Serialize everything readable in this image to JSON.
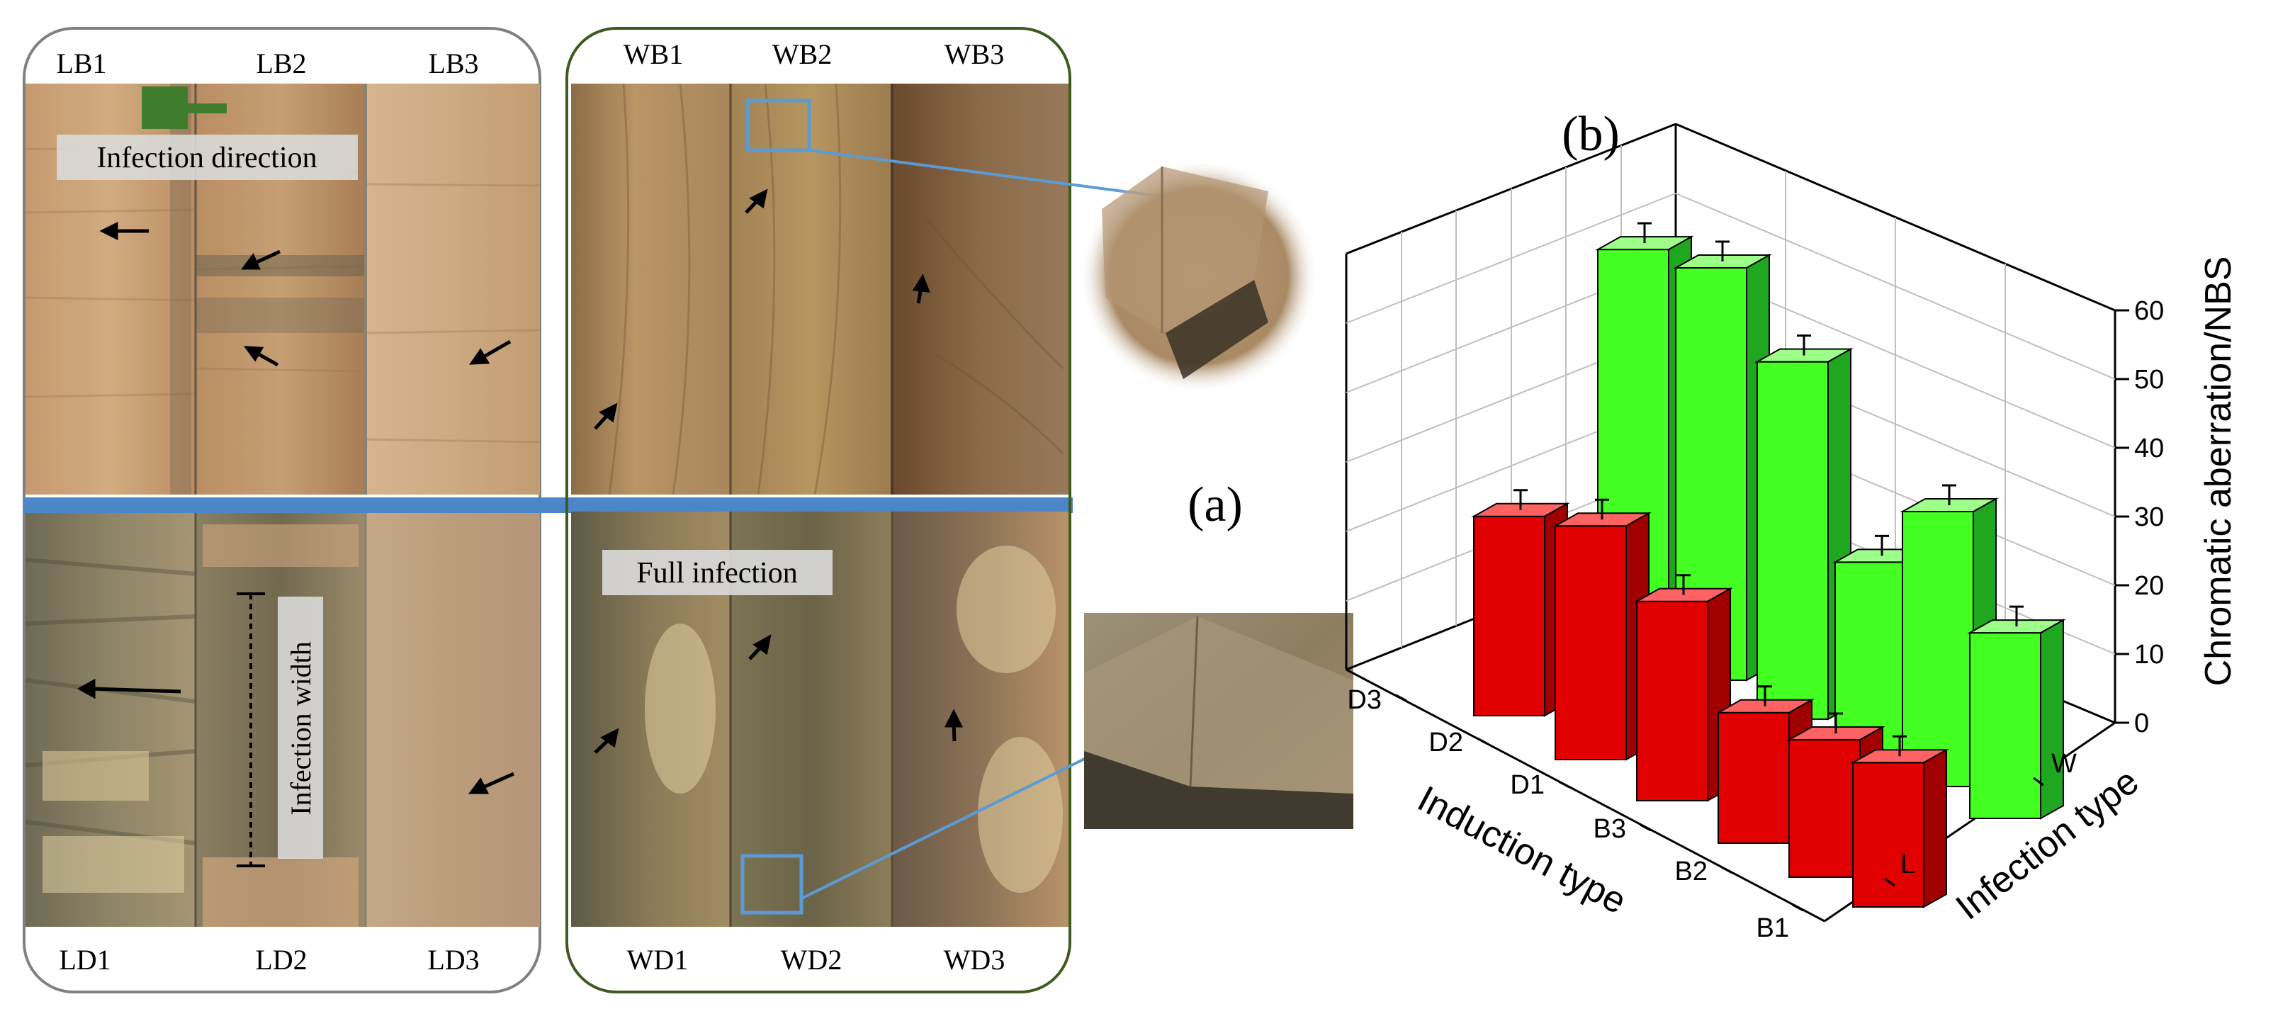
{
  "panel_a": {
    "label": "(a)",
    "left_top_labels": [
      "LB1",
      "LB2",
      "LB3"
    ],
    "left_bottom_labels": [
      "LD1",
      "LD2",
      "LD3"
    ],
    "right_top_labels": [
      "WB1",
      "WB2",
      "WB3"
    ],
    "right_bottom_labels": [
      "WD1",
      "WD2",
      "WD3"
    ],
    "infection_direction_label": "Infection direction",
    "infection_width_label": "Infection width",
    "full_infection_label": "Full infection",
    "colors": {
      "wood_light": "#c9a27a",
      "wood_dark": "#7b6a4c",
      "divider_bar": "#4a86c8",
      "callout_box": "#5b9bd5",
      "direction_arrow": "#3e7d2c",
      "left_frame": "#808080",
      "right_frame": "#3d5a1f"
    }
  },
  "panel_b": {
    "label": "(b)",
    "z_axis_title": "Chromatic aberration/NBS",
    "x_axis_title": "Induction type",
    "y_axis_title": "Infection type",
    "z_ticks": [
      "0",
      "10",
      "20",
      "30",
      "40",
      "50",
      "60"
    ],
    "x_ticks": [
      "D3",
      "D2",
      "D1",
      "B3",
      "B2",
      "B1"
    ],
    "y_ticks": [
      "W",
      "L"
    ],
    "colors": {
      "L_front": "#e00000",
      "L_side": "#a00000",
      "L_top": "#ff6262",
      "W_front": "#44ff22",
      "W_side": "#1fa81f",
      "W_top": "#9dff8a"
    }
  },
  "chart_data": {
    "type": "bar",
    "chart_style": "3d-bar",
    "categories": [
      "B1",
      "B2",
      "B3",
      "D1",
      "D2",
      "D3"
    ],
    "series": [
      {
        "name": "L",
        "values": [
          21,
          20,
          19,
          29,
          34,
          29
        ]
      },
      {
        "name": "W",
        "values": [
          27,
          40,
          28,
          52,
          60,
          57
        ]
      }
    ],
    "title": "",
    "xlabel": "Induction type",
    "ylabel": "Infection type",
    "zlabel": "Chromatic aberration/NBS",
    "zlim": [
      0,
      60
    ],
    "z_ticks": [
      0,
      10,
      20,
      30,
      40,
      50,
      60
    ],
    "grid": true,
    "error_bars": true
  }
}
